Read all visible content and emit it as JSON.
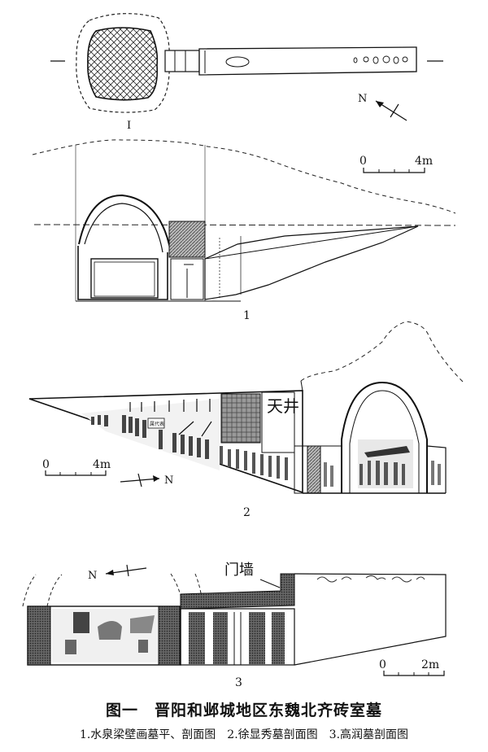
{
  "figure": {
    "title": "图一　晋阳和邺城地区东魏北齐砖室墓",
    "subtitle": "1.水泉梁壁画墓平、剖面图　2.徐显秀墓剖面图　3.高润墓剖面图"
  },
  "panel1": {
    "number": "1",
    "scale_start": "0",
    "scale_end": "4m",
    "north": "N",
    "section_mark": "I"
  },
  "panel2": {
    "number": "2",
    "scale_start": "0",
    "scale_end": "4m",
    "north": "N",
    "label_tianjing": "天井",
    "banner_text": "属代表"
  },
  "panel3": {
    "number": "3",
    "scale_start": "0",
    "scale_end": "2m",
    "north": "N",
    "label_menqiang": "门墙"
  },
  "colors": {
    "ink": "#111111",
    "hatch": "#555555",
    "paper": "#ffffff"
  }
}
